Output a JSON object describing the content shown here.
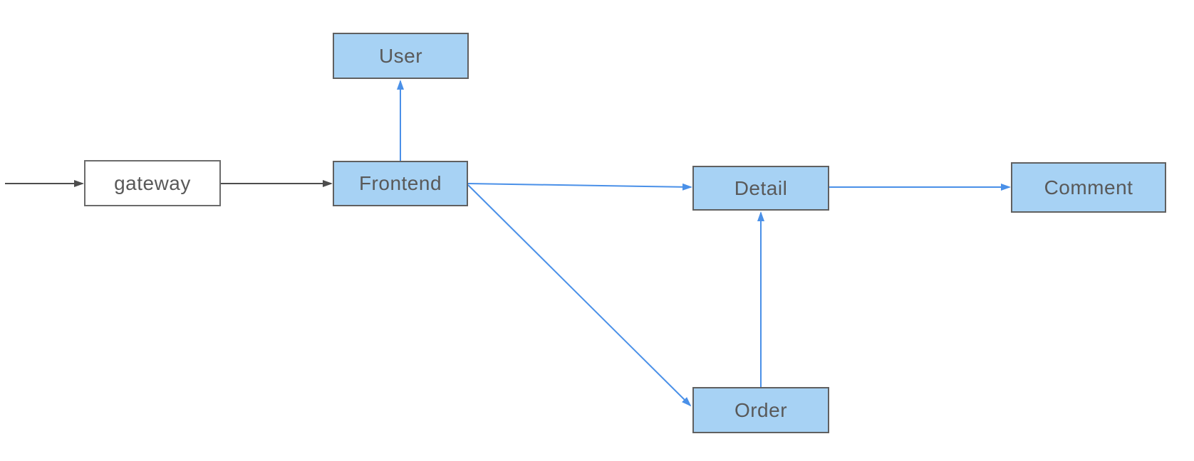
{
  "diagram": {
    "type": "flowchart",
    "background": "#ffffff",
    "colors": {
      "service_node_fill": "#a7d2f4",
      "gateway_node_fill": "#ffffff",
      "node_border": "#606060",
      "node_text": "#595959",
      "edge_blue": "#4a90e8",
      "edge_gray": "#4d4d4d"
    },
    "nodes": [
      {
        "id": "gateway",
        "label": "gateway",
        "style": "white"
      },
      {
        "id": "user",
        "label": "User",
        "style": "blue"
      },
      {
        "id": "frontend",
        "label": "Frontend",
        "style": "blue"
      },
      {
        "id": "detail",
        "label": "Detail",
        "style": "blue"
      },
      {
        "id": "comment",
        "label": "Comment",
        "style": "blue"
      },
      {
        "id": "order",
        "label": "Order",
        "style": "blue"
      }
    ],
    "edges": [
      {
        "from": "external",
        "to": "gateway",
        "color": "gray"
      },
      {
        "from": "gateway",
        "to": "frontend",
        "color": "gray"
      },
      {
        "from": "frontend",
        "to": "user",
        "color": "blue"
      },
      {
        "from": "frontend",
        "to": "detail",
        "color": "blue"
      },
      {
        "from": "frontend",
        "to": "order",
        "color": "blue"
      },
      {
        "from": "order",
        "to": "detail",
        "color": "blue"
      },
      {
        "from": "detail",
        "to": "comment",
        "color": "blue"
      }
    ]
  }
}
